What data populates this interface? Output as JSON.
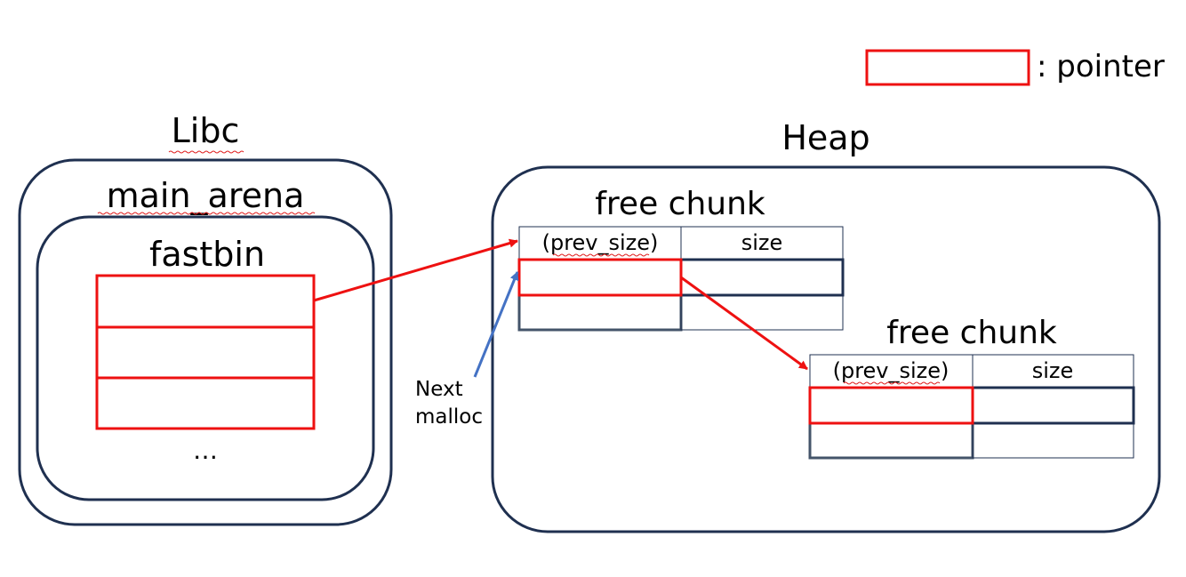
{
  "legend": {
    "text": ": pointer"
  },
  "libc": {
    "title": "Libc",
    "main_arena": "main_arena",
    "fastbin": "fastbin",
    "ellipsis": "…"
  },
  "heap": {
    "title": "Heap",
    "chunk1": {
      "title": "free chunk",
      "prev_size": "(prev_size)",
      "size": "size"
    },
    "chunk2": {
      "title": "free chunk",
      "prev_size": "(prev_size)",
      "size": "size"
    }
  },
  "annotation": {
    "line1": "Next",
    "line2": "malloc"
  },
  "colors": {
    "pointer": "#ee1111",
    "border": "#1f3050",
    "next_arrow": "#4472c4"
  }
}
